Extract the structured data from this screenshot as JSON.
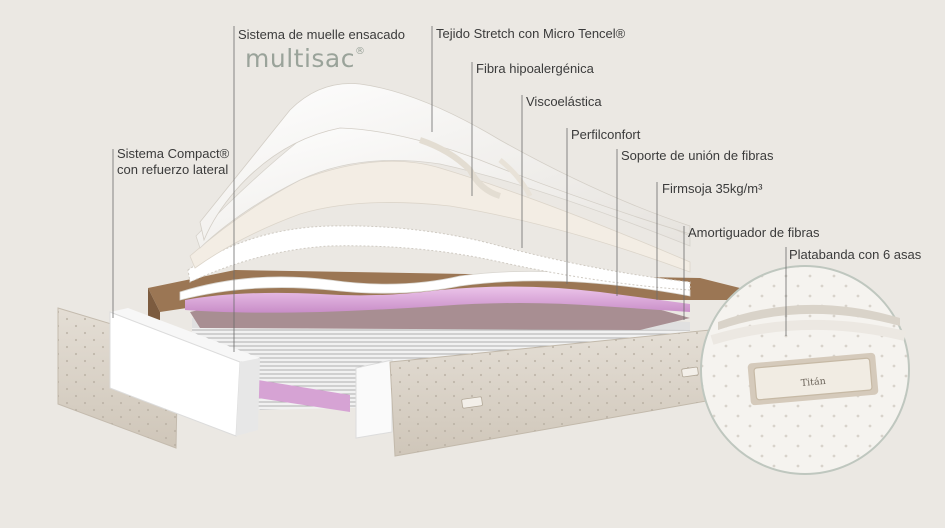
{
  "brand": {
    "name": "multisac",
    "mark": "®"
  },
  "labels": {
    "muelle": "Sistema de muelle ensacado",
    "tejido": "Tejido Stretch con Micro Tencel®",
    "fibra": "Fibra hipoalergénica",
    "visco": "Viscoelástica",
    "perfil": "Perfilconfort",
    "soporte": "Soporte de unión de fibras",
    "firmsoja": "Firmsoja 35kg/m³",
    "amortiguador": "Amortiguador de fibras",
    "plat": "Platabanda con 6 asas",
    "compact_1": "Sistema Compact®",
    "compact_2": "con refuerzo lateral"
  },
  "handle_text": "Titán",
  "colors": {
    "background": "#ebe8e3",
    "lilac_foam": "#d9a6d8",
    "fabric": "#d8d2c8",
    "leader_line": "#6b6b6b"
  }
}
